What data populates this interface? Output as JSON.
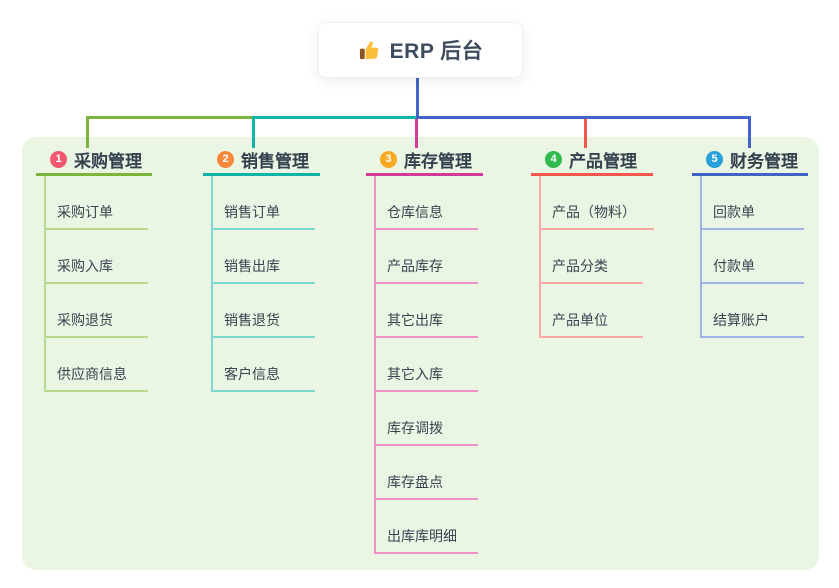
{
  "root": {
    "label": "ERP 后台",
    "icon": "thumbs-up-icon"
  },
  "colors": {
    "panel_bg": "#eaf6e3",
    "root_line": "#4565c8",
    "card_bg": "#ffffff",
    "title_text": "#34404e",
    "child_text": "#3a4350",
    "thumb_hand": "#fbbf3c",
    "thumb_cuff": "#8d5524"
  },
  "branches": [
    {
      "number": "1",
      "label": "采购管理",
      "color": "#7cb53c",
      "light_color": "#b7da8e",
      "badge_color": "#f4586e",
      "children": [
        "采购订单",
        "采购入库",
        "采购退货",
        "供应商信息"
      ]
    },
    {
      "number": "2",
      "label": "销售管理",
      "color": "#12b2a6",
      "light_color": "#7fd7cf",
      "badge_color": "#f6873b",
      "children": [
        "销售订单",
        "销售出库",
        "销售退货",
        "客户信息"
      ]
    },
    {
      "number": "3",
      "label": "库存管理",
      "color": "#d33a98",
      "light_color": "#f08fc4",
      "badge_color": "#f7a922",
      "children": [
        "仓库信息",
        "产品库存",
        "其它出库",
        "其它入库",
        "库存调拨",
        "库存盘点",
        "出库库明细"
      ]
    },
    {
      "number": "4",
      "label": "产品管理",
      "color": "#f2564d",
      "light_color": "#f9a8a2",
      "badge_color": "#32b94f",
      "children": [
        "产品（物料）",
        "产品分类",
        "产品单位"
      ]
    },
    {
      "number": "5",
      "label": "财务管理",
      "color": "#4163c6",
      "light_color": "#9fb3e6",
      "badge_color": "#27a0dc",
      "children": [
        "回款单",
        "付款单",
        "结算账户"
      ]
    }
  ]
}
